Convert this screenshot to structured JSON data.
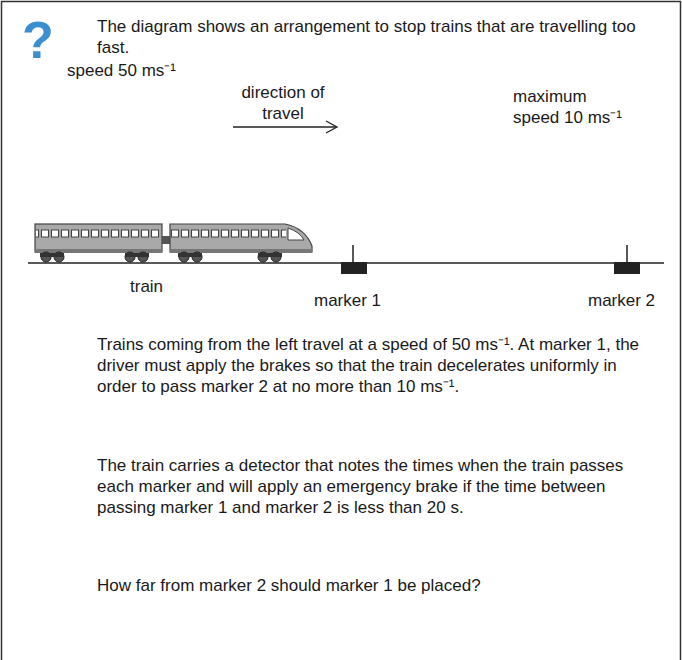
{
  "diagram": {
    "labels": [
      "?",
      "The diagram shows an arrangement to stop trains that are travelling too fast.",
      "speed 50 ms⁻¹",
      "direction of travel",
      "maximum speed 10 ms⁻¹",
      "train",
      "marker 1",
      "marker 2",
      "Trains coming from the left travel at a speed of 50 ms⁻¹. At marker 1, the driver must apply the brakes so that the train decelerates uniformly in order to pass marker 2 at no more than 10 ms⁻¹.",
      "The train carries a detector that notes the times when the train passes each marker and will apply an emergency brake if the time between passing marker 1 and marker 2 is less than 20 s.",
      "How far from marker 2 should marker 1 be placed?"
    ]
  }
}
